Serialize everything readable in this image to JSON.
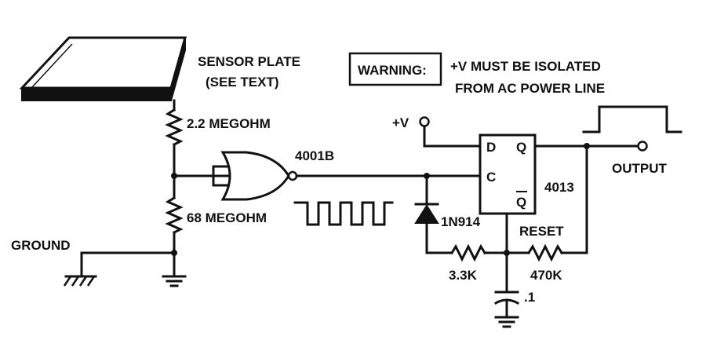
{
  "labels": {
    "sensor_plate": "SENSOR PLATE",
    "see_text": "(SEE TEXT)",
    "warning_box": "WARNING:",
    "warning_line1": "+V MUST BE ISOLATED",
    "warning_line2": "FROM AC POWER LINE",
    "r1": "2.2 MEGOHM",
    "r2": "68 MEGOHM",
    "gate": "4001B",
    "ground": "GROUND",
    "vplus": "+V",
    "pin_d": "D",
    "pin_c": "C",
    "pin_q": "Q",
    "pin_qbar": "Q",
    "ff": "4013",
    "output": "OUTPUT",
    "reset": "RESET",
    "diode": "1N914",
    "r3": "3.3K",
    "r4": "470K",
    "cap": ".1"
  }
}
